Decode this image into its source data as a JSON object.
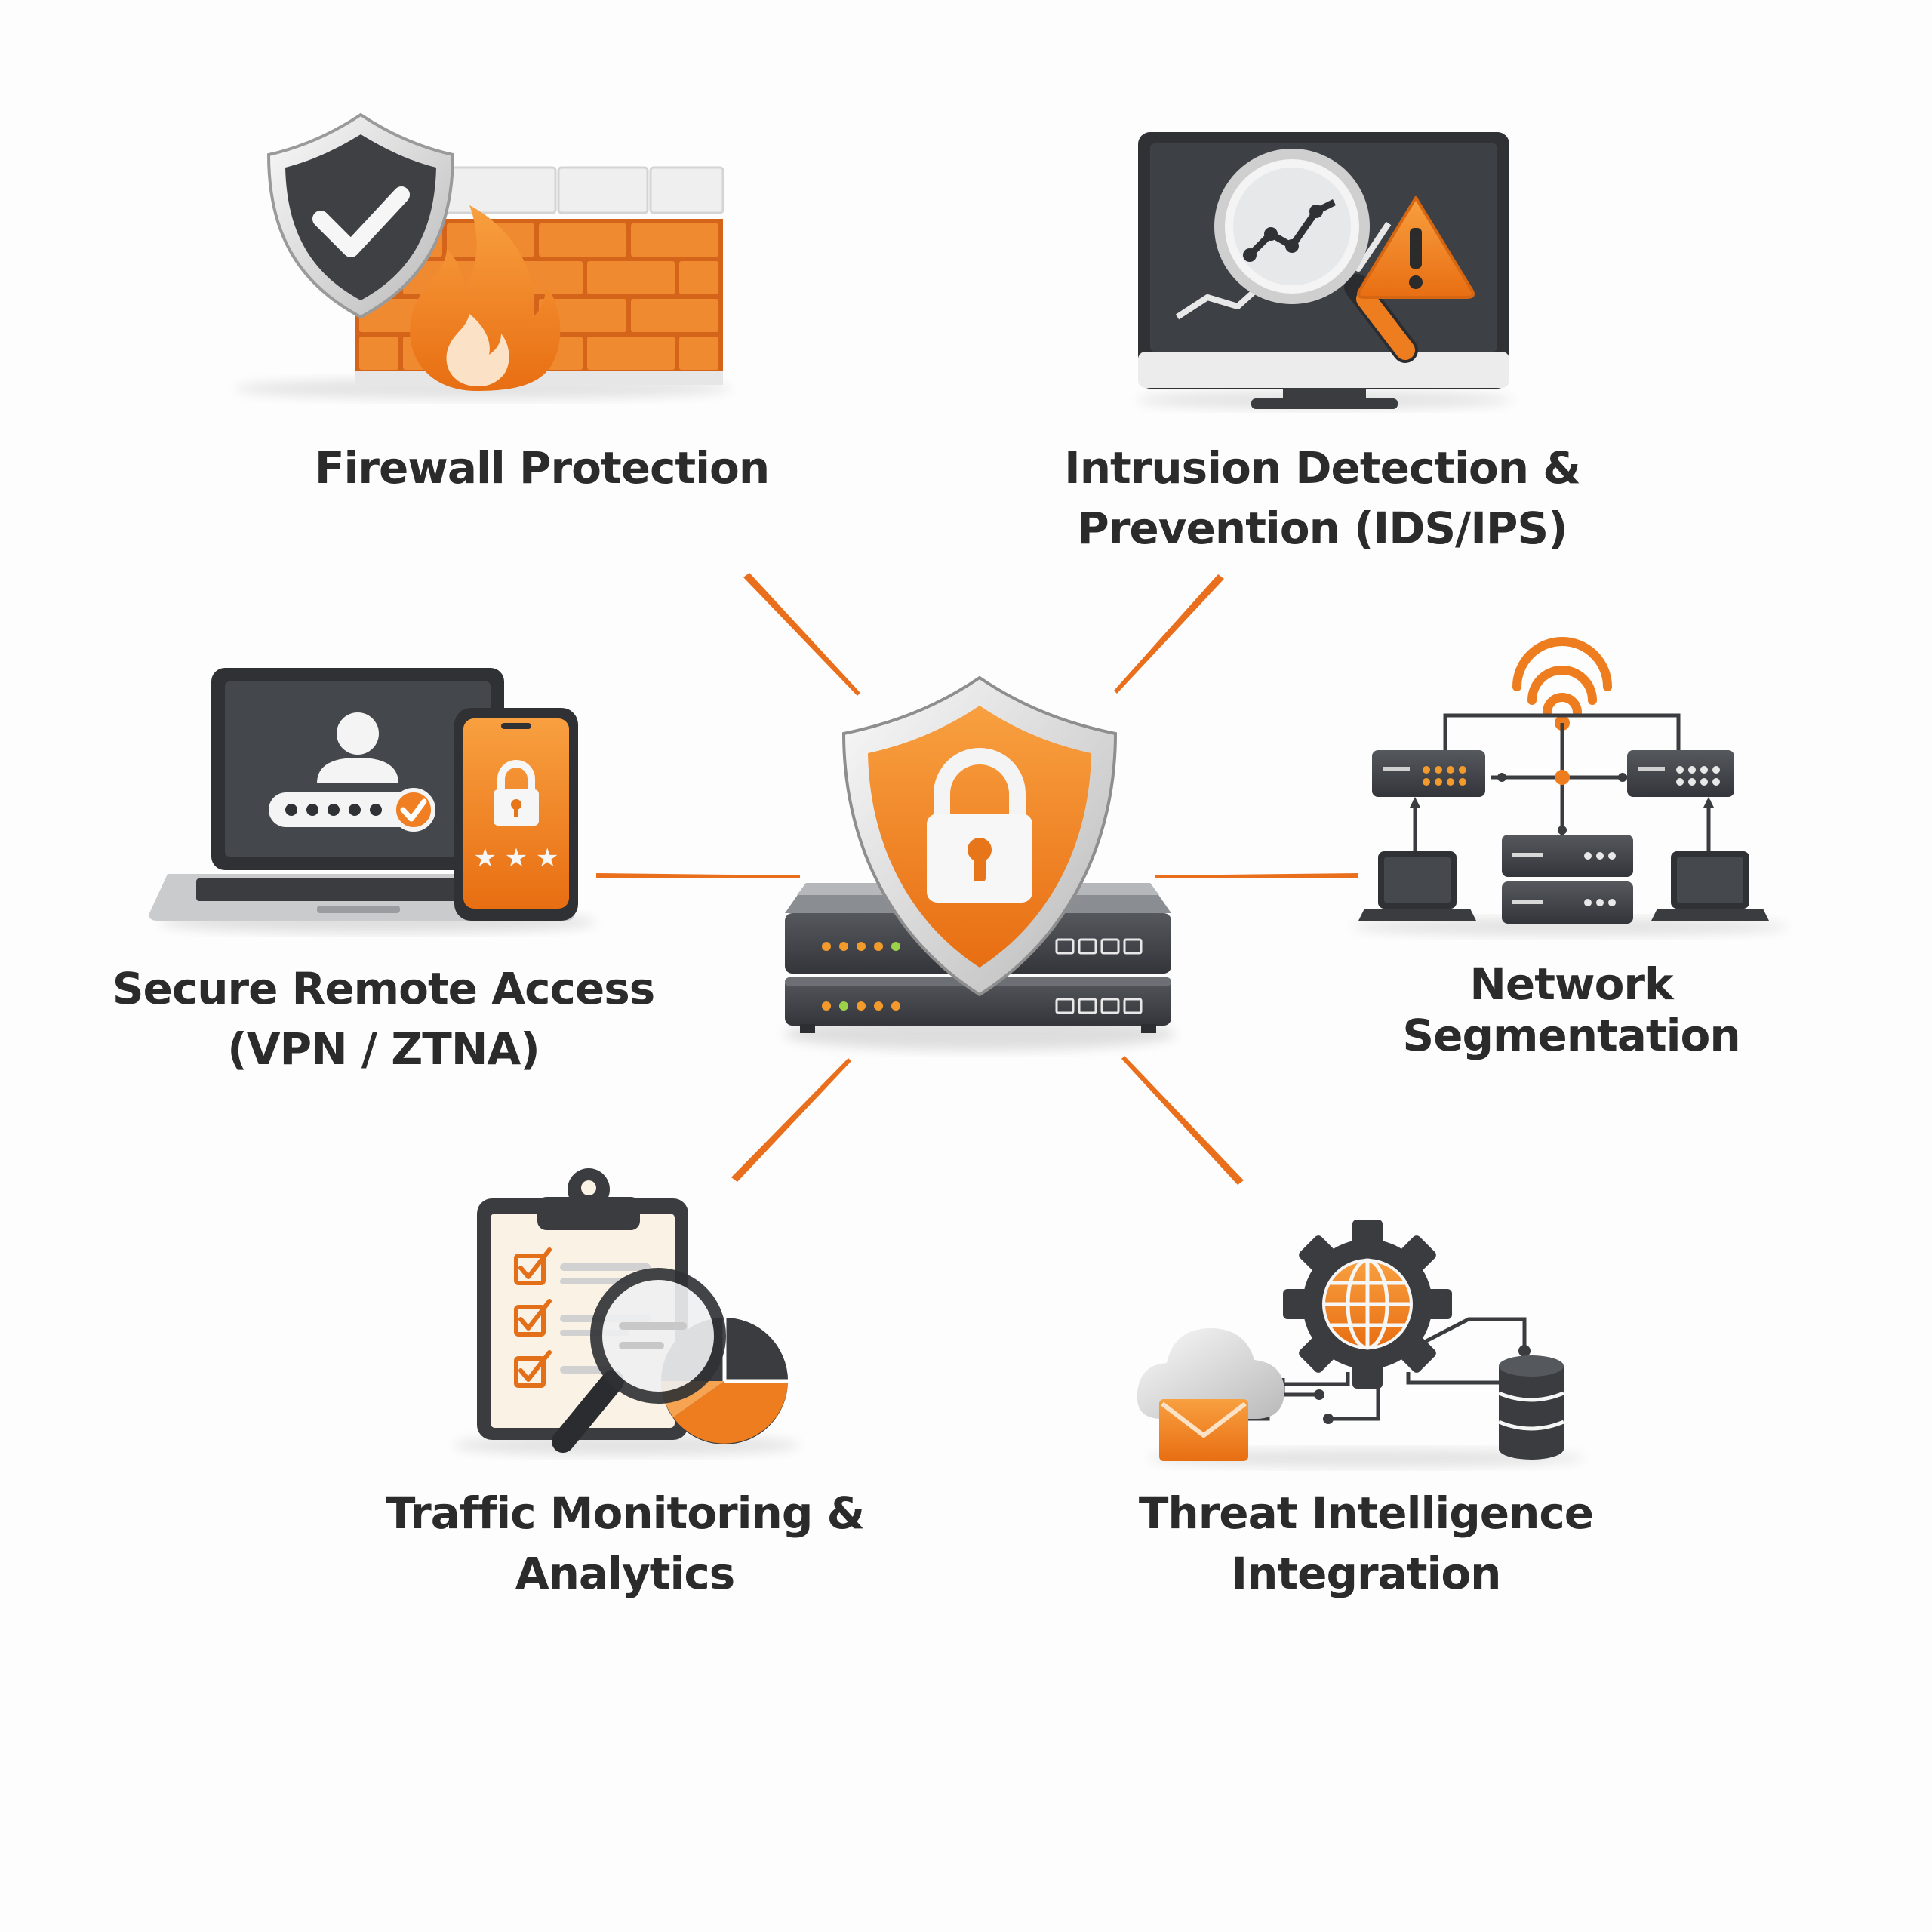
{
  "diagram": {
    "hub": {
      "icon": "shield-lock-server-icon"
    },
    "features": [
      {
        "id": "firewall",
        "icon": "firewall-icon",
        "lines": [
          "Firewall Protection"
        ]
      },
      {
        "id": "ids-ips",
        "icon": "monitor-magnifier-alert-icon",
        "lines": [
          "Intrusion Detection &",
          "Prevention (IDS/IPS)"
        ]
      },
      {
        "id": "remote-access",
        "icon": "laptop-phone-login-icon",
        "lines": [
          "Secure Remote Access",
          "(VPN / ZTNA)"
        ]
      },
      {
        "id": "segmentation",
        "icon": "network-topology-icon",
        "lines": [
          "Network",
          "Segmentation"
        ]
      },
      {
        "id": "traffic",
        "icon": "clipboard-analytics-icon",
        "lines": [
          "Traffic Monitoring &",
          "Analytics"
        ]
      },
      {
        "id": "threat-intel",
        "icon": "gear-globe-cloud-database-icon",
        "lines": [
          "Threat Intelligence",
          "Integration"
        ]
      }
    ],
    "colors": {
      "accent": "#f07f1f",
      "dark": "#3e4044",
      "light": "#f2f2f2",
      "text": "#2b2b2b"
    }
  }
}
